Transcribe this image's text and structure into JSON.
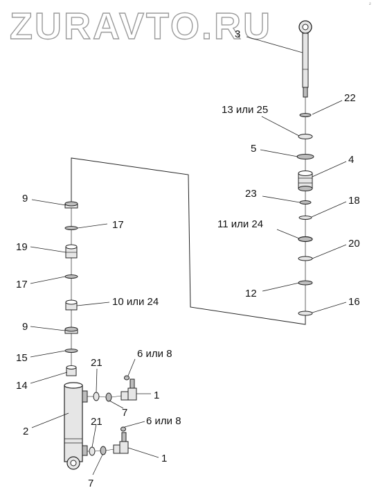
{
  "watermark": "ZURAVTO.RU",
  "corner_mark": "²",
  "colors": {
    "line": "#222222",
    "part_fill": "#e6e6e6",
    "part_dark": "#bdbdbd",
    "watermark_stroke": "#9a9a9a"
  },
  "callouts": {
    "c3": "3",
    "c22": "22",
    "c13": "13 или 25",
    "c5": "5",
    "c4": "4",
    "c23": "23",
    "c18": "18",
    "c11": "11 или 24",
    "c20": "20",
    "c12": "12",
    "c16": "16",
    "c9a": "9",
    "c17a": "17",
    "c19": "19",
    "c17b": "17",
    "c10": "10 или 24",
    "c9b": "9",
    "c15": "15",
    "c14": "14",
    "c21a": "21",
    "c6a": "6 или 8",
    "c1a": "1",
    "c7a": "7",
    "c2": "2",
    "c21b": "21",
    "c6b": "6 или 8",
    "c1b": "1",
    "c7b": "7"
  }
}
